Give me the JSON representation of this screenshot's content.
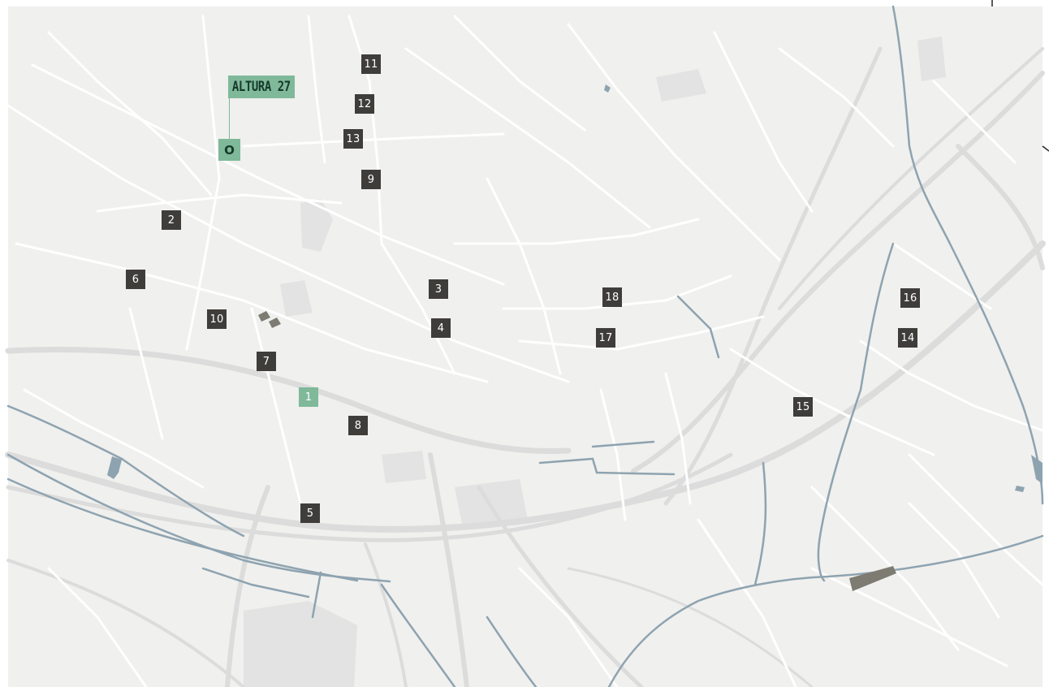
{
  "map": {
    "colors": {
      "land": "#f0f0ee",
      "road": "#ffffff",
      "major_road": "#dcdcdc",
      "water": "#8ea3b0",
      "building": "#e2e3e2",
      "park": "#7d7b72",
      "accent": "#7fb99a",
      "marker": "#3f3d3a"
    },
    "project": {
      "label": "ALTURA 27",
      "origin_glyph": "O"
    },
    "markers": [
      {
        "id": "1",
        "label": "1",
        "highlight": true
      },
      {
        "id": "2",
        "label": "2"
      },
      {
        "id": "3",
        "label": "3"
      },
      {
        "id": "4",
        "label": "4"
      },
      {
        "id": "5",
        "label": "5"
      },
      {
        "id": "6",
        "label": "6"
      },
      {
        "id": "7",
        "label": "7"
      },
      {
        "id": "8",
        "label": "8"
      },
      {
        "id": "9",
        "label": "9"
      },
      {
        "id": "10",
        "label": "10"
      },
      {
        "id": "11",
        "label": "11"
      },
      {
        "id": "12",
        "label": "12"
      },
      {
        "id": "13",
        "label": "13"
      },
      {
        "id": "14",
        "label": "14"
      },
      {
        "id": "15",
        "label": "15"
      },
      {
        "id": "16",
        "label": "16"
      },
      {
        "id": "17",
        "label": "17"
      },
      {
        "id": "18",
        "label": "18"
      }
    ]
  }
}
